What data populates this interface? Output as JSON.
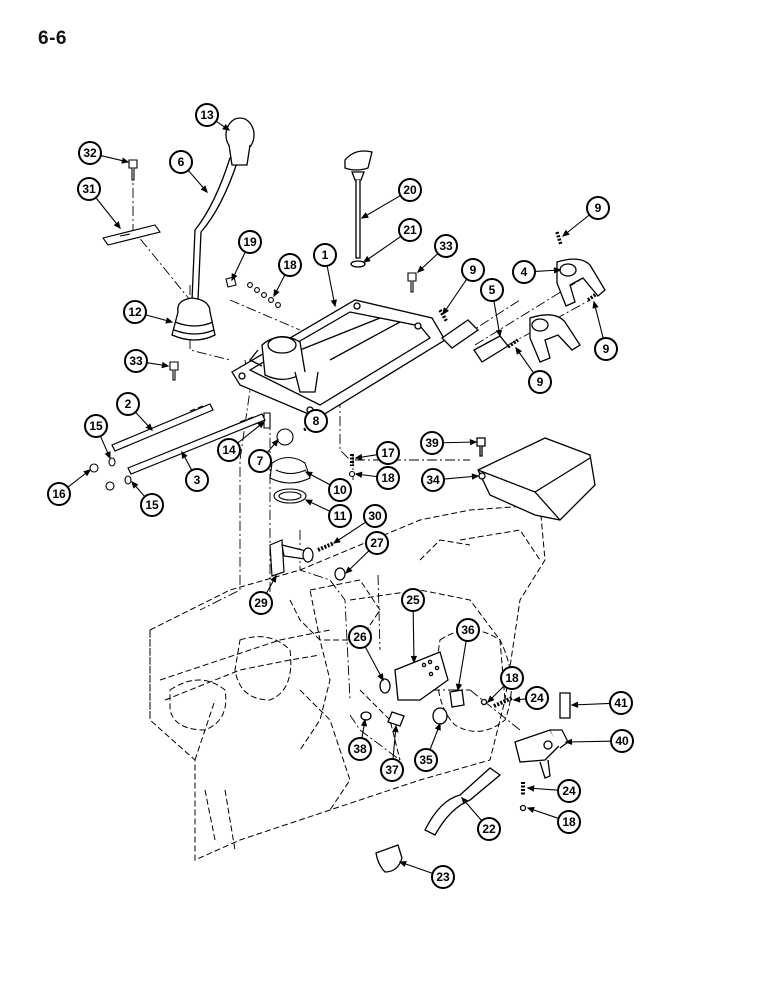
{
  "page": {
    "number": "6-6"
  },
  "callouts": [
    {
      "label": "13"
    },
    {
      "label": "32"
    },
    {
      "label": "6"
    },
    {
      "label": "31"
    },
    {
      "label": "20"
    },
    {
      "label": "19"
    },
    {
      "label": "18"
    },
    {
      "label": "1"
    },
    {
      "label": "21"
    },
    {
      "label": "33"
    },
    {
      "label": "9"
    },
    {
      "label": "9"
    },
    {
      "label": "4"
    },
    {
      "label": "5"
    },
    {
      "label": "12"
    },
    {
      "label": "9"
    },
    {
      "label": "33"
    },
    {
      "label": "9"
    },
    {
      "label": "2"
    },
    {
      "label": "8"
    },
    {
      "label": "15"
    },
    {
      "label": "14"
    },
    {
      "label": "17"
    },
    {
      "label": "39"
    },
    {
      "label": "7"
    },
    {
      "label": "18"
    },
    {
      "label": "16"
    },
    {
      "label": "3"
    },
    {
      "label": "10"
    },
    {
      "label": "34"
    },
    {
      "label": "15"
    },
    {
      "label": "11"
    },
    {
      "label": "30"
    },
    {
      "label": "27"
    },
    {
      "label": "29"
    },
    {
      "label": "25"
    },
    {
      "label": "26"
    },
    {
      "label": "36"
    },
    {
      "label": "18"
    },
    {
      "label": "24"
    },
    {
      "label": "41"
    },
    {
      "label": "40"
    },
    {
      "label": "38"
    },
    {
      "label": "37"
    },
    {
      "label": "35"
    },
    {
      "label": "24"
    },
    {
      "label": "18"
    },
    {
      "label": "22"
    },
    {
      "label": "23"
    }
  ]
}
